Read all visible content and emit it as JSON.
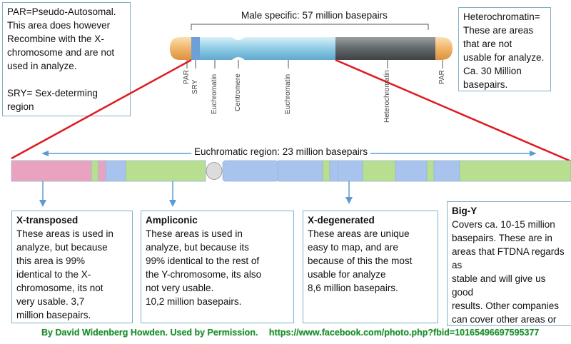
{
  "top_left_note": {
    "par_text": "PAR=Pseudo-Autosomal.\nThis area does however\nRecombine with the X-\nchromosome and are not\nused in analyze.",
    "sry_text": "SRY= Sex-determing\nregion"
  },
  "top_right_note": {
    "text": "Heterochromatin=\nThese are areas\nthat are not\nusable for analyze.\nCa. 30 Million\nbasepairs."
  },
  "chromosome": {
    "title": "Male specific: 57 million basepairs",
    "labels": [
      "PAR",
      "SRY",
      "Euchromatin",
      "Centromere",
      "Euchromatin",
      "Heterochromatin",
      "PAR"
    ],
    "colors": {
      "par": "#f0b46a",
      "euchromatin": "#9fd3ea",
      "heterochromatin": "#6b6f72"
    }
  },
  "euchromatic_region": {
    "label": "Euchromatic region: 23 million basepairs",
    "colors": {
      "x_transposed": "#e9a3c0",
      "ampliconic": "#b7df8f",
      "x_degenerated": "#a7c3ee"
    }
  },
  "sections": {
    "x_transposed": {
      "title": "X-transposed",
      "body": "These areas is used in\nanalyze, but because\nthis area is 99%\nidentical to the X-\nchromosome, its not\nvery usable. 3,7\nmillion basepairs."
    },
    "ampliconic": {
      "title": "Ampliconic",
      "body": "These areas is used in\nanalyze, but because its\n99% identical to the rest of\nthe Y-chromosome, its also\nnot very usable.\n10,2 million basepairs."
    },
    "x_degenerated": {
      "title": "X-degenerated",
      "body": "These areas are unique\neasy to map, and are\nbecause of this the most\nusable for analyze\n8,6 million basepairs."
    },
    "big_y": {
      "title": "Big-Y",
      "body": "Covers ca. 10-15 million\nbasepairs. These are in\nareas that FTDNA regards as\nstable and will give us good\nresults. Other companies\ncan cover other areas or\nlarger and thus give\ndifferent results"
    }
  },
  "credit": {
    "author": "By David Widenberg Howden. Used by Permission.",
    "url": "https://www.facebook.com/photo.php?fbid=10165496697595377"
  }
}
